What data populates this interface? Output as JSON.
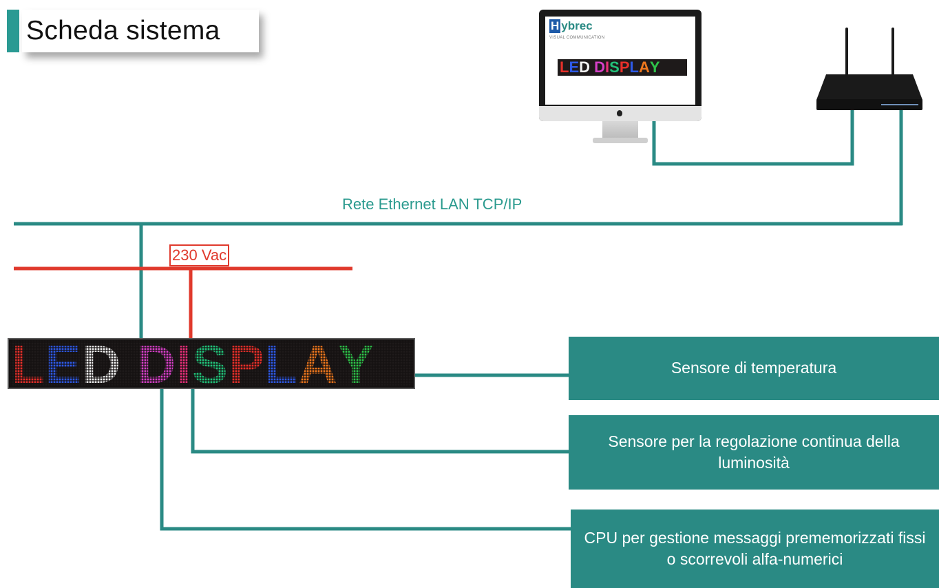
{
  "title": "Scheda sistema",
  "network_label": "Rete Ethernet LAN TCP/IP",
  "power_label": "230 Vac",
  "led_display": {
    "letters": [
      {
        "char": "L",
        "color": "#e8302a"
      },
      {
        "char": "E",
        "color": "#2e5ae6"
      },
      {
        "char": "D",
        "color": "#f2f2f2"
      },
      {
        "char": " ",
        "color": "#ffffff"
      },
      {
        "char": "D",
        "color": "#d640c8"
      },
      {
        "char": "I",
        "color": "#e8307a"
      },
      {
        "char": "S",
        "color": "#22c27a"
      },
      {
        "char": "P",
        "color": "#e8302a"
      },
      {
        "char": "L",
        "color": "#2e5ae6"
      },
      {
        "char": "A",
        "color": "#f0781e"
      },
      {
        "char": "Y",
        "color": "#2ec24a"
      }
    ]
  },
  "monitor": {
    "brand_initial": "H",
    "brand_rest": "ybrec",
    "brand_tagline": "VISUAL COMMUNICATION"
  },
  "components": {
    "temperature": "Sensore di temperatura",
    "luminosity": "Sensore per la regolazione continua della luminosità",
    "cpu": "CPU per gestione messaggi prememorizzati fissi o scorrevoli alfa-numerici"
  },
  "colors": {
    "accent": "#2a9a93",
    "network_line": "#2a8a84",
    "power_line": "#e0392c",
    "component_box": "#2a8a84"
  }
}
